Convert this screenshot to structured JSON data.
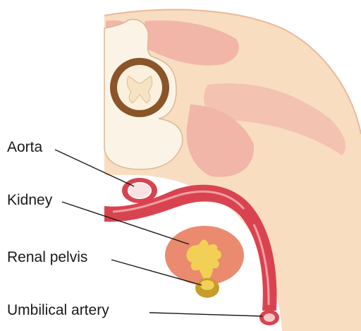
{
  "labels": {
    "aorta": "Aorta",
    "kidney": "Kidney",
    "renal_pelvis": "Renal pelvis",
    "umbilical_artery": "Umbilical artery"
  },
  "colors": {
    "body_tissue": "#f8ddc0",
    "muscle": "#f1b6a8",
    "artery": "#d9434f",
    "artery_highlight": "#f2a0a4",
    "kidney": "#ea8a6e",
    "renal_pelvis": "#f2cf55",
    "spinal_cord": "#8a5528",
    "leader_line": "#1a1a1a"
  }
}
